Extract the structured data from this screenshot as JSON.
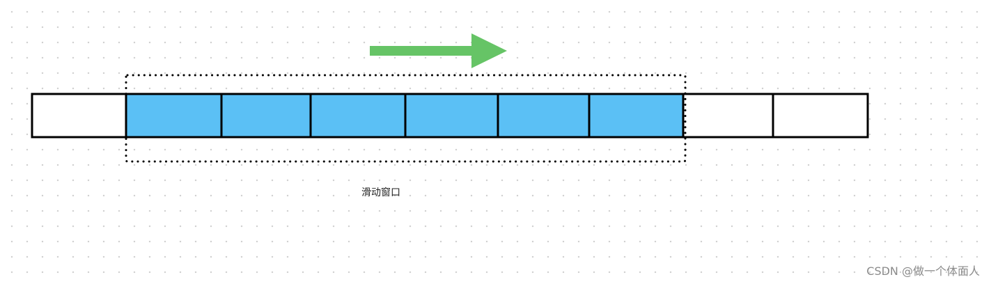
{
  "diagram": {
    "title": "",
    "direction": "right",
    "cells": [
      {
        "in_window": false
      },
      {
        "in_window": true
      },
      {
        "in_window": true
      },
      {
        "in_window": true
      },
      {
        "in_window": true
      },
      {
        "in_window": true
      },
      {
        "in_window": true
      },
      {
        "in_window": false
      },
      {
        "in_window": false
      }
    ],
    "window_label": "滑动窗口"
  },
  "colors": {
    "window_fill": "#5bc0f5",
    "empty_fill": "#ffffff",
    "cell_stroke": "#000000",
    "arrow": "#66c466"
  },
  "watermark": "CSDN @做一个体面人"
}
